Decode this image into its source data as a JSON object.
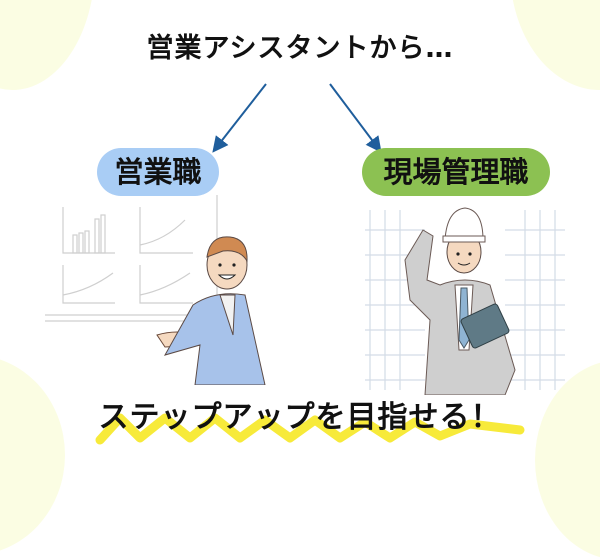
{
  "header": {
    "title": "営業アシスタントから…"
  },
  "paths": [
    {
      "label": "営業職",
      "color": "#a9cdf5",
      "illustration": "salesperson-presenting-charts"
    },
    {
      "label": "現場管理職",
      "color": "#8cc152",
      "illustration": "site-manager-with-hardhat"
    }
  ],
  "footer": {
    "text": "ステップアップを目指せる！",
    "underline_color": "#f7ea3a"
  },
  "colors": {
    "arrow": "#1f5e9c",
    "background_blob": "#fbfde3"
  }
}
